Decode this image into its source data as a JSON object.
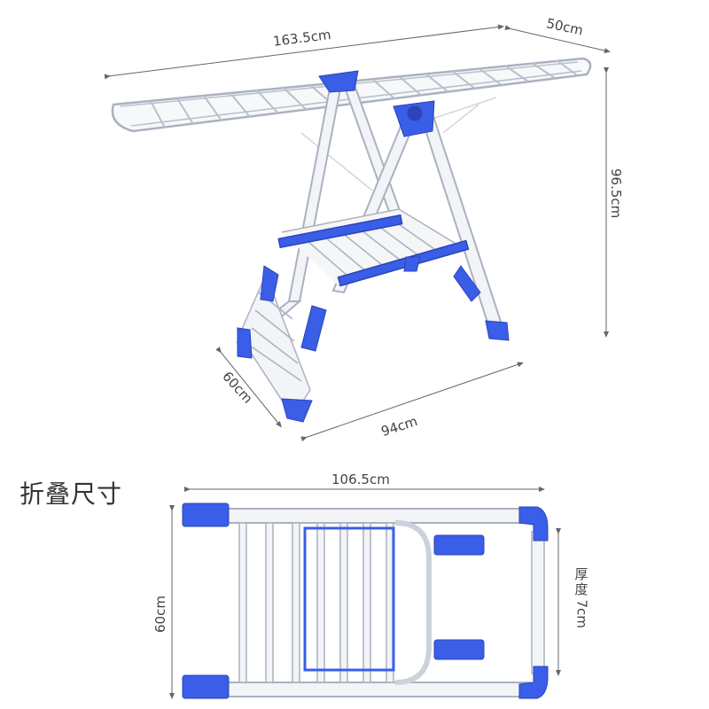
{
  "dimensions": {
    "length_open": "163.5cm",
    "width_top": "50cm",
    "height": "96.5cm",
    "base_depth": "60cm",
    "base_length": "94cm",
    "folded_length": "106.5cm",
    "folded_width": "60cm",
    "folded_thickness_label_cn": "厚度",
    "folded_thickness_value": "7cm"
  },
  "section_title": "折叠尺寸",
  "colors": {
    "frame": "#f2f4f7",
    "frame_edge": "#b9c0cc",
    "accent": "#3a5ee8",
    "dim_line": "#666666"
  }
}
